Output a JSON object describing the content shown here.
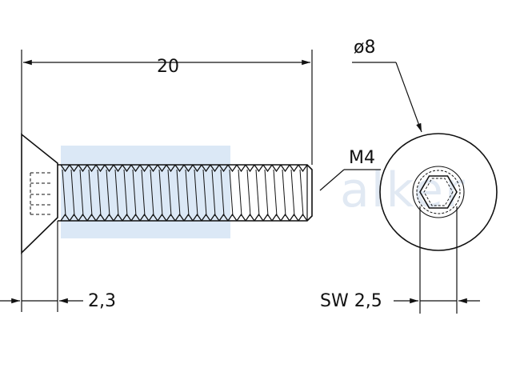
{
  "drawing": {
    "dimensions": {
      "length": "20",
      "head_diameter": "ø8",
      "thread": "M4",
      "head_height": "2,3",
      "socket_width": "SW 2,5"
    },
    "watermark": "alker",
    "colors": {
      "line": "#111111",
      "highlight": "#dbe8f6",
      "watermark": "#c9d8ea"
    }
  }
}
